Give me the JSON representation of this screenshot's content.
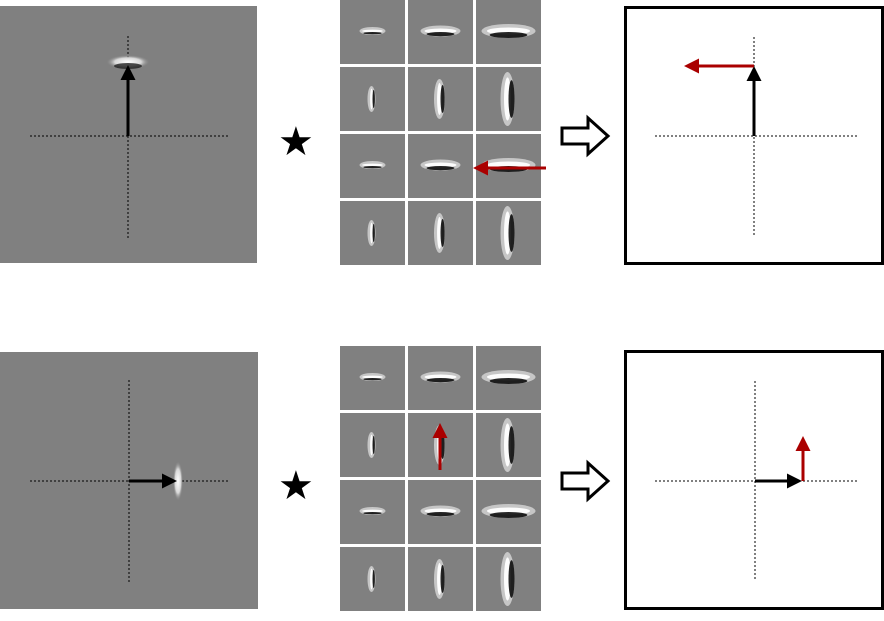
{
  "operator_symbol": "★",
  "colors": {
    "panel_gray": "#808080",
    "grid_gap": "#ffffff",
    "input_arrow": "#000000",
    "highlight_arrow": "#aa0000",
    "result_border": "#000000"
  },
  "icons": {
    "convolution": "star-icon",
    "implies": "hollow-right-arrow-icon"
  },
  "filter_bank": {
    "rows": 4,
    "cols": 3,
    "orientations": [
      "horizontal",
      "vertical",
      "horizontal",
      "vertical"
    ]
  },
  "rows": [
    {
      "input_arrow_direction": "up",
      "highlighted_filter": {
        "row": 3,
        "col": 3
      },
      "output_arrows": [
        "up",
        "left"
      ]
    },
    {
      "input_arrow_direction": "right",
      "highlighted_filter": {
        "row": 2,
        "col": 2
      },
      "output_arrows": [
        "right",
        "up"
      ]
    }
  ]
}
